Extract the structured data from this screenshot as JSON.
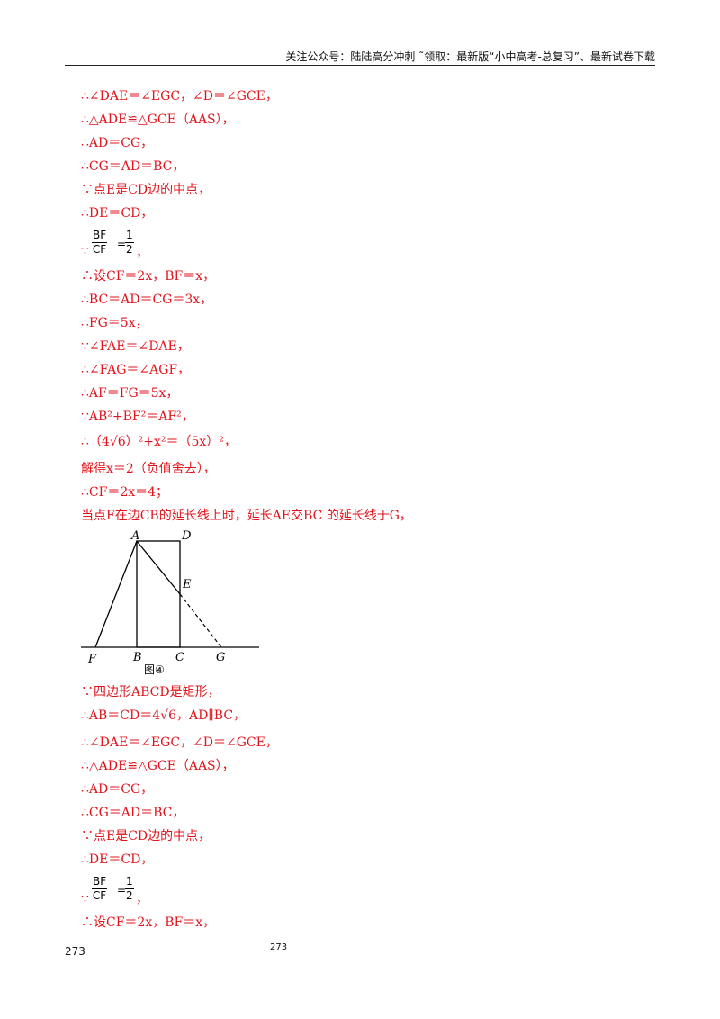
{
  "header": {
    "text": "关注公众号：陆陆高分冲刺  ˜领取：最新版“小中高考-总复习”、最新试卷下载"
  },
  "lines_top": [
    "∴∠DAE＝∠EGC，∠D＝∠GCE，",
    "∴△ADE≌△GCE（AAS），",
    "∴AD＝CG，",
    "∴CG＝AD＝BC，",
    "∵点E是CD边的中点，",
    "∴DE＝CD，"
  ],
  "fraction1": {
    "numerator": "BF",
    "denominator": "CF",
    "equals": "=",
    "value_num": "1",
    "value_den": "2",
    "prefix": "∵",
    "suffix": "，"
  },
  "lines_mid": [
    "∴设CF＝2x，BF＝x，",
    "∴BC＝AD＝CG＝3x，",
    "∴FG＝5x，",
    "∵∠FAE＝∠DAE，",
    "∴∠FAG＝∠AGF，",
    "∴AF＝FG＝5x，",
    "∵AB²+BF²＝AF²，",
    "∴（4√6）²+x²＝（5x）²，",
    "解得x＝2（负值舍去），",
    "∴CF＝2x＝4；",
    "当点F在边CB的延长线上时，延长AE交BC 的延长线于G，"
  ],
  "figure": {
    "labels": {
      "A": "A",
      "D": "D",
      "E": "E",
      "F": "F",
      "B": "B",
      "C": "C",
      "G": "G"
    },
    "caption": "图④"
  },
  "lines_bottom": [
    "∵四边形ABCD是矩形，",
    "∴AB＝CD＝4√6，AD∥BC，",
    "∴∠DAE＝∠EGC，∠D＝∠GCE，",
    "∴△ADE≌△GCE（AAS），",
    "∴AD＝CG，",
    "∴CG＝AD＝BC，",
    "∵点E是CD边的中点，",
    "∴DE＝CD，"
  ],
  "fraction2": {
    "numerator": "BF",
    "denominator": "CF",
    "equals": "=",
    "value_num": "1",
    "value_den": "2",
    "prefix": "∵",
    "suffix": "，"
  },
  "lines_end": [
    "∴设CF＝2x，BF＝x，"
  ],
  "page_number": "273",
  "page_number_center": "273",
  "colors": {
    "text": "#e1141c",
    "header_rule": "#222222"
  }
}
